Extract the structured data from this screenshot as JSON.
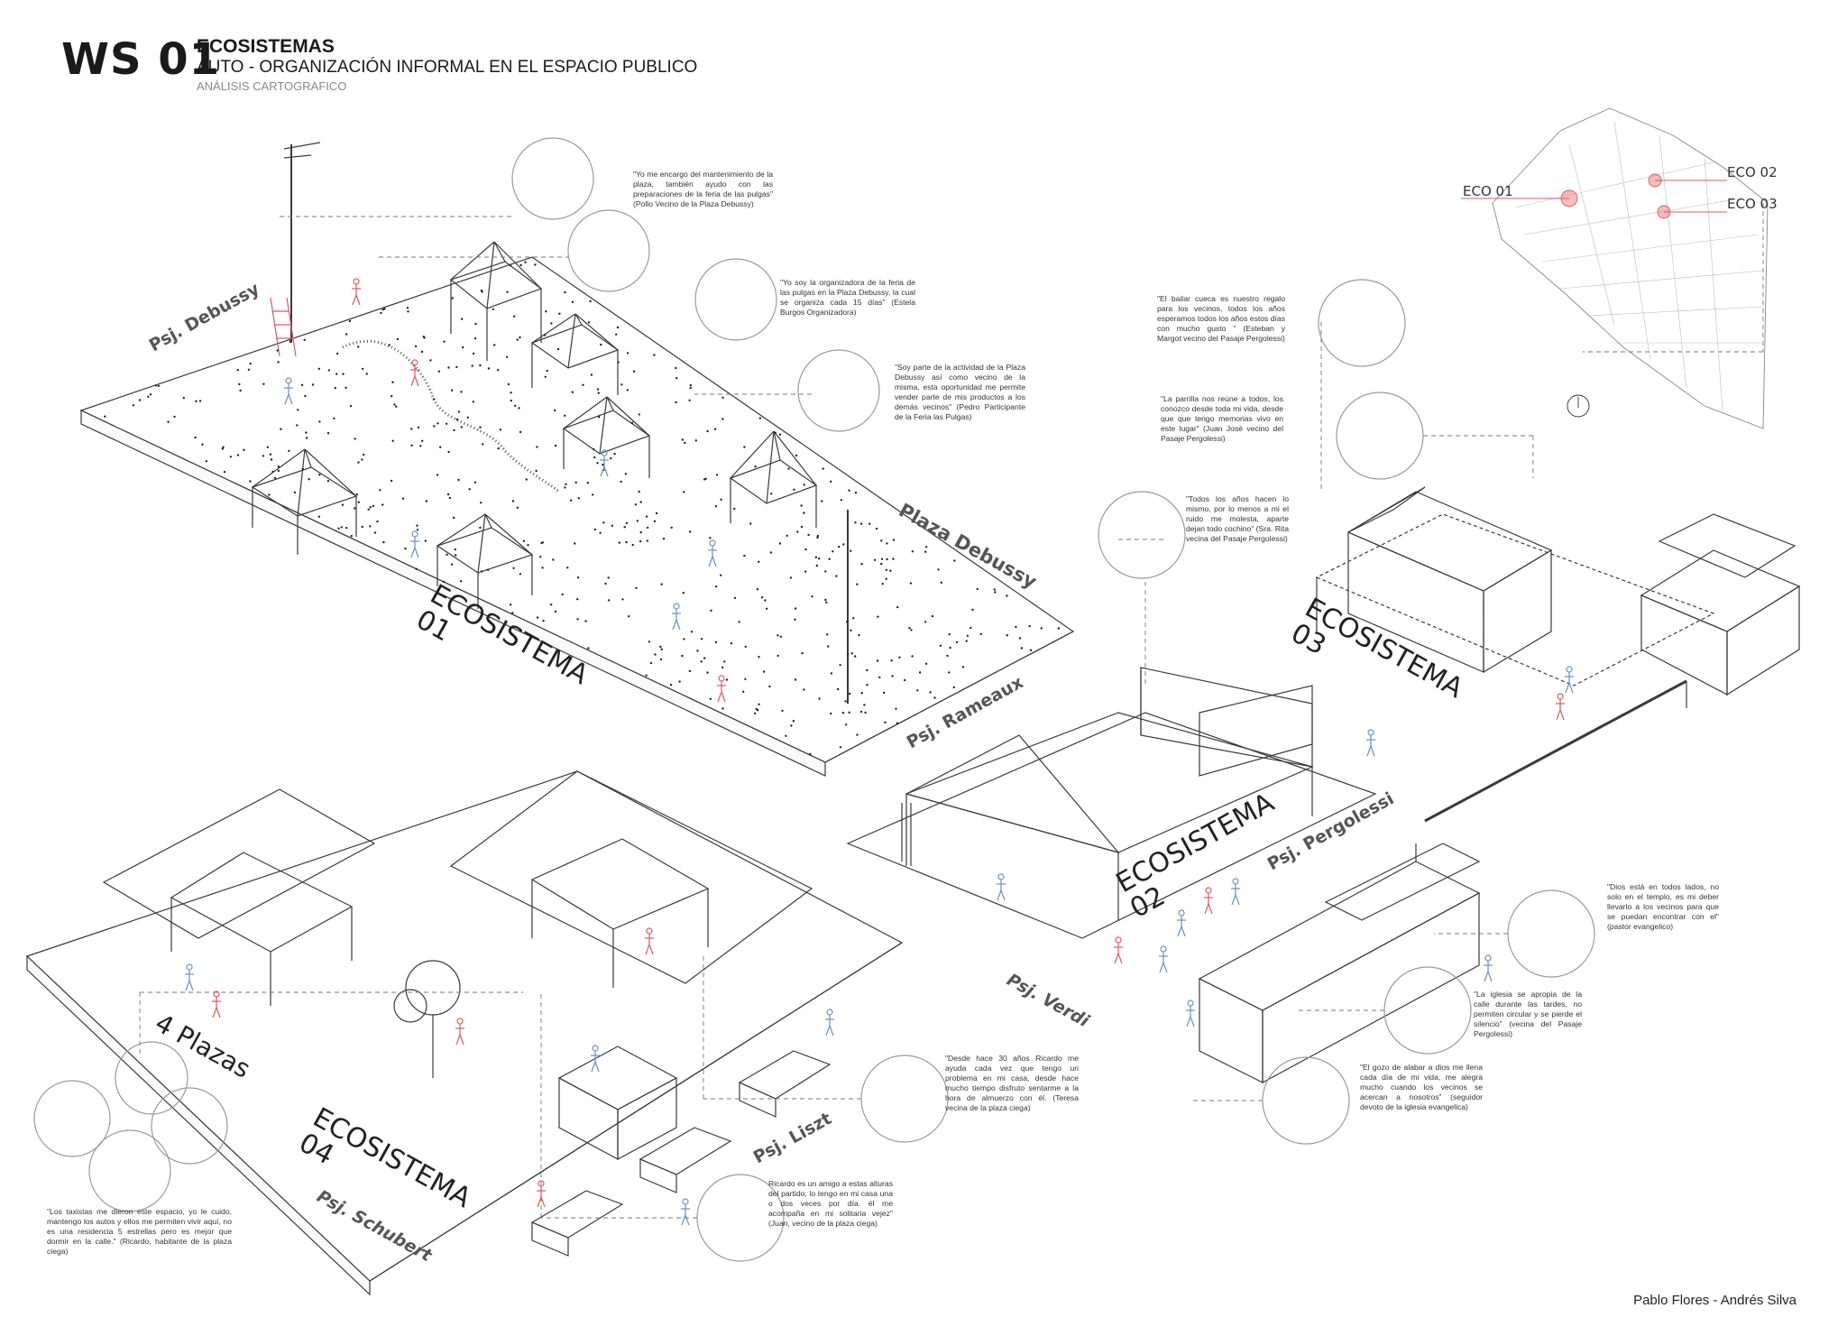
{
  "header": {
    "code": "WS 01",
    "title": "ECOSISTEMAS",
    "subtitle": "AUTO - ORGANIZACIÓN INFORMAL EN EL ESPACIO PUBLICO",
    "subtitle2": "ANÁLISIS CARTOGRAFICO"
  },
  "ecosystems": [
    {
      "label": "ECOSISTEMA",
      "number": "01"
    },
    {
      "label": "ECOSISTEMA",
      "number": "02"
    },
    {
      "label": "ECOSISTEMA",
      "number": "03"
    },
    {
      "label": "ECOSISTEMA",
      "number": "04"
    }
  ],
  "plazas_label": "4 Plazas",
  "streets": {
    "debussy": "Psj. Debussy",
    "plaza_debussy": "Plaza Debussy",
    "rameaux": "Psj. Rameaux",
    "pergolessi": "Psj. Pergolessi",
    "verdi": "Psj. Verdi",
    "liszt": "Psj. Liszt",
    "schubert": "Psj. Schubert"
  },
  "minimap": {
    "eco1": "ECO 01",
    "eco2": "ECO 02",
    "eco3": "ECO 03",
    "accent": "#e05a5a"
  },
  "quotes": {
    "q1": "\"Yo me encargo del mantenimiento de la plaza, también ayudo con las preparaciones de la feria de las pulgas\" (Pollo Vecino de la Plaza Debussy)",
    "q2": "\"Yo soy la organizadora de la feria de las pulgas en la Plaza Debussy, la cual se organiza cada 15 días\" (Estela Burgos Organizadora)",
    "q3": "\"Soy parte de la actividad de la Plaza Debussy así como vecino de la misma, esta oportunidad me permite vender parte de mis productos a los demás vecinos\" (Pedro Participante de la Feria las Pulgas)",
    "q4": "\"El bailar cueca es nuestro regalo para los vecinos, todos los años esperamos todos los años estos días con mucho gusto \" (Esteban y Margot vecino del Pasaje Pergolessi)",
    "q5": "\"La parrilla nos reúne a todos, los conozco desde toda mi vida, desde que que tengo memorias vivo en este lugar\" (Juan José vecino del Pasaje Pergolessi)",
    "q6": "\"Todos los años hacen lo mismo, por lo menos a mi el ruido me molesta, aparte dejan todo cochino\" (Sra. Rita vecina del Pasaje Pergolessi)",
    "q7": "\"Dios está en todos lados, no solo en el templo, es mi deber llevarlo a los vecinos para que se puedan encontrar con el\"(pastor evangelico)",
    "q8": "\"La iglesia se apropia de la calle durante las tardes, no permiten circular y se pierde el silencio\" (vecina del Pasaje Pergolessi)",
    "q9": "\"El gozo de alabar a dios me llena cada día de mi vida, me alegra mucho cuando los vecinos se acercan a nosotros\" (seguidor devoto de la iglesia evangelica)",
    "q10": "\"Desde hace 30 años Ricardo me ayuda cada vez que tengo un problema en mi casa, desde hace mucho tiempo disfruto sentarme a la hora de almuerzo con él. (Teresa vecina de la plaza ciega)",
    "q11": "Ricardo es un amigo a estas alturas del partido, lo tengo en mi casa una o dos veces por día. él me acompaña en mi solitaria vejez\" (Juan, vecino de la plaza ciega)",
    "q12": "\"Los taxistas me dieron este espacio, yo le cuido, mantengo los autos y ellos me permiten vivir aquí, no es una residencia 5 estrellas pero es mejor que dormir en la calle.\" (Ricardo, habitante de la plaza ciega)"
  },
  "credits": "Pablo Flores - Andrés Silva",
  "colors": {
    "line": "#3a3a3a",
    "accent": "#e05a5a",
    "people_blue": "#6b8fc9",
    "grey": "#9a9a9a"
  }
}
